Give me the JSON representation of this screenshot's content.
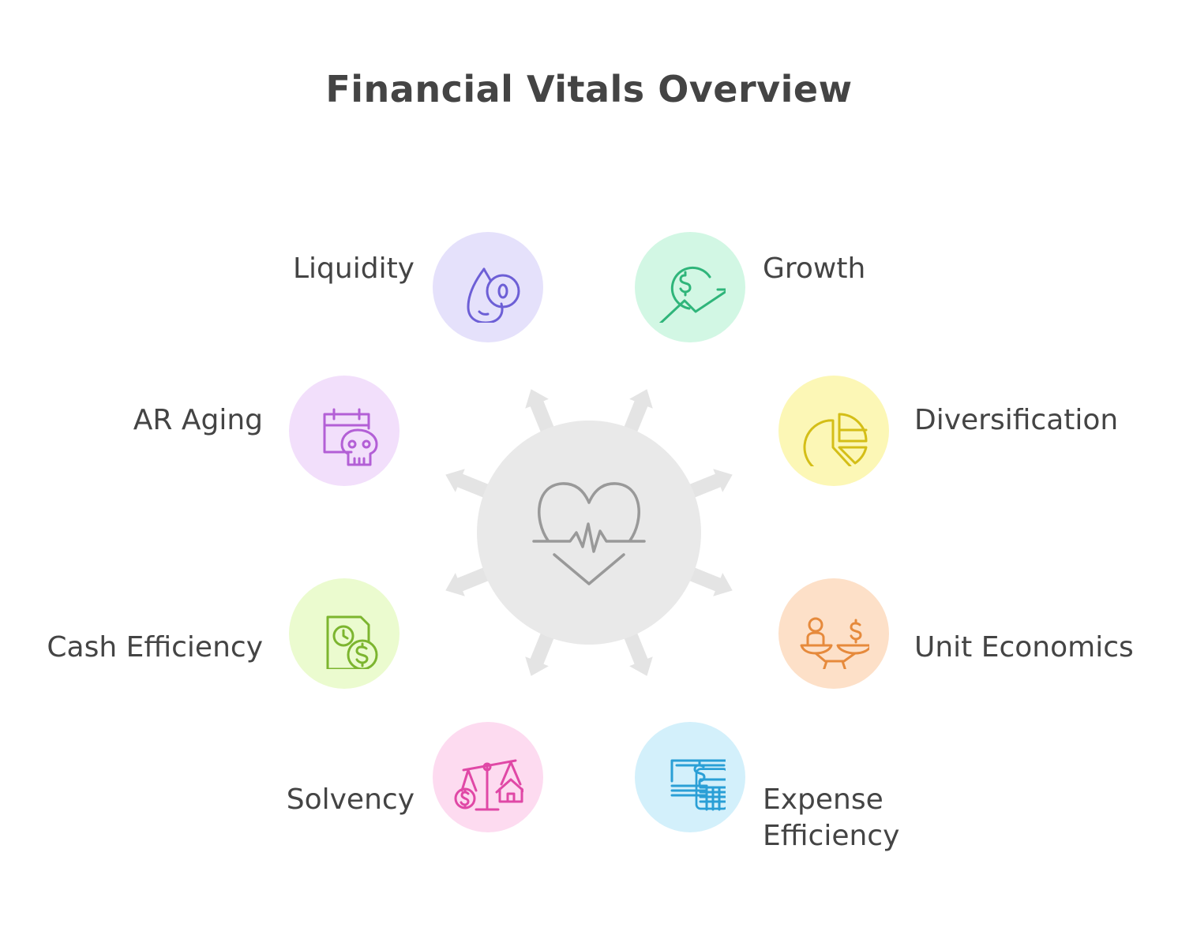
{
  "title": "Financial Vitals Overview",
  "center": {
    "icon": "heart-pulse-icon",
    "color": "#999999"
  },
  "nodes": [
    {
      "id": "liquidity",
      "label": "Liquidity",
      "icon": "water-drop-coin-icon",
      "color": "#6d5fd6",
      "bg": "#e5e1fb"
    },
    {
      "id": "growth",
      "label": "Growth",
      "icon": "dollar-growth-arrow-icon",
      "color": "#2fb57a",
      "bg": "#d2f7e4"
    },
    {
      "id": "ar-aging",
      "label": "AR Aging",
      "icon": "calendar-skull-icon",
      "color": "#b35fd6",
      "bg": "#f2dffb"
    },
    {
      "id": "diversification",
      "label": "Diversification",
      "icon": "pie-chart-icon",
      "color": "#d4be17",
      "bg": "#fcf7b6"
    },
    {
      "id": "cash-efficiency",
      "label": "Cash Efficiency",
      "icon": "document-clock-dollar-icon",
      "color": "#7cb52f",
      "bg": "#ebfbcf"
    },
    {
      "id": "unit-economics",
      "label": "Unit Economics",
      "icon": "person-dollar-scale-icon",
      "color": "#e68a3c",
      "bg": "#fde0c8"
    },
    {
      "id": "solvency",
      "label": "Solvency",
      "icon": "balance-scale-house-icon",
      "color": "#e048a6",
      "bg": "#fddbf0"
    },
    {
      "id": "expense-efficiency",
      "label": "Expense Efficiency",
      "label_lines": [
        "Expense",
        "Efficiency"
      ],
      "icon": "money-calculator-icon",
      "color": "#2a9fd6",
      "bg": "#d3f0fb"
    }
  ],
  "arrow_color": "#e4e4e4"
}
